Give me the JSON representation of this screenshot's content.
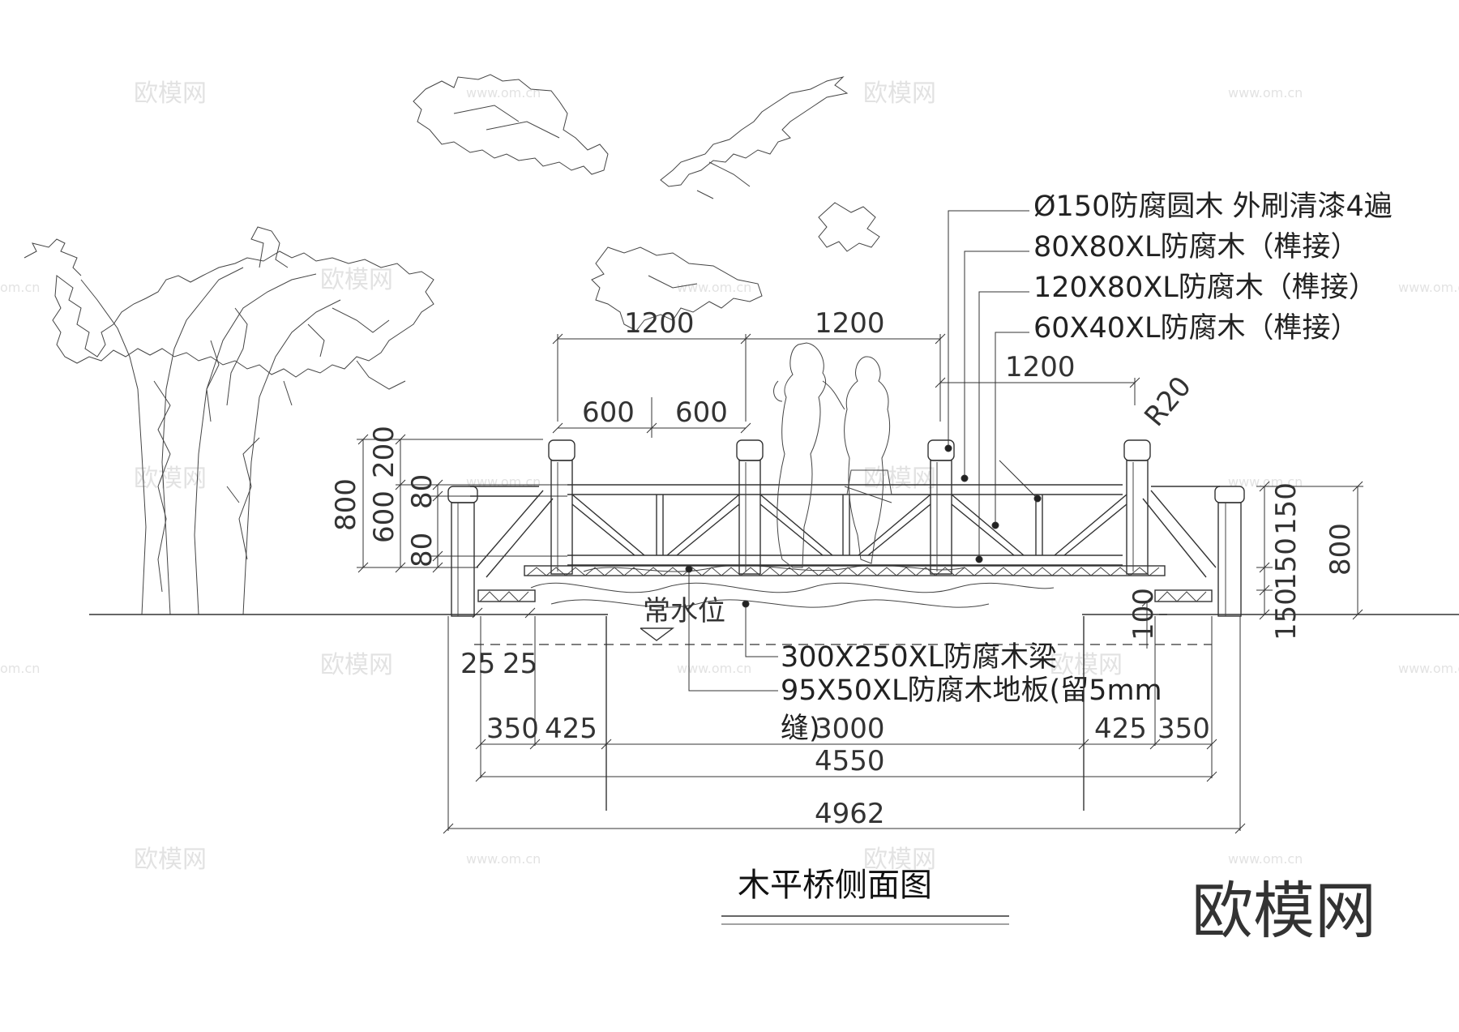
{
  "title": "木平桥侧面图",
  "brand": "欧模网",
  "watermarks": {
    "cn": "欧模网",
    "url": "www.om.cn",
    "url_short": "om.cn",
    "url_edge": ".cn"
  },
  "callouts": {
    "post": "Ø150防腐圆木  外刷清漆4遍",
    "rail_80x80": "80X80XL防腐木（榫接）",
    "rail_120x80": "120X80XL防腐木（榫接）",
    "rail_60x40": "60X40XL防腐木（榫接）",
    "beam": "300X250XL防腐木梁",
    "floor_line1": "95X50XL防腐木地板(留5mm",
    "floor_line2": "缝)",
    "water_level": "常水位",
    "radius": "R20"
  },
  "dimensions": {
    "top_span_left": "1200",
    "top_span_right": "1200",
    "half_left": "600",
    "half_right": "600",
    "right_span": "1200",
    "left_total_height": "800",
    "left_post_cap": "200",
    "left_rail_height": "600",
    "left_top_rail": "80",
    "left_bottom_rail": "80",
    "right_cap": "150",
    "right_total_height": "800",
    "right_mid": "150",
    "right_base": "150",
    "right_beam": "100",
    "left_step_a": "25",
    "left_step_b": "25",
    "bottom_left_outer": "350",
    "bottom_left_inner": "425",
    "bottom_center": "3000",
    "bottom_right_inner": "425",
    "bottom_right_outer": "350",
    "bottom_deck": "4550",
    "bottom_total": "4962"
  }
}
